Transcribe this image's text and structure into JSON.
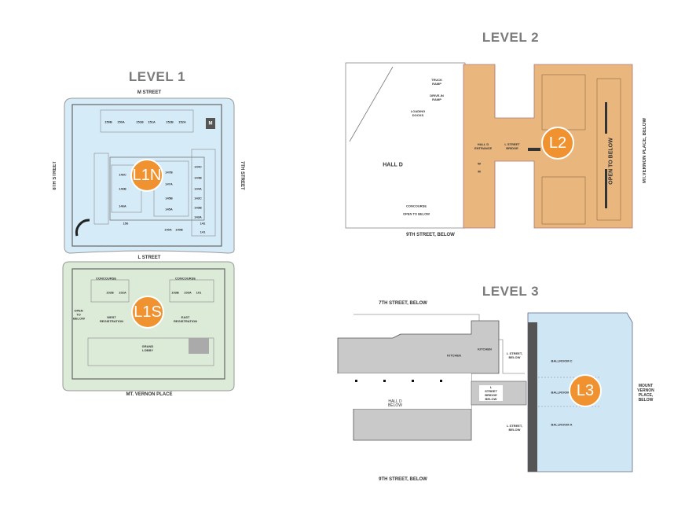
{
  "colors": {
    "level1_north": "#d5ebf7",
    "level1_south": "#dcead8",
    "level2": "#e9b67e",
    "level3": "#cfe6f4",
    "badge": "#f0922f",
    "title": "#7b7b7b"
  },
  "level1": {
    "title": "LEVEL 1",
    "streets": {
      "north": "M STREET",
      "west": "8TH STREET",
      "east": "7TH STREET",
      "middle": "L STREET",
      "south": "MT. VERNON PLACE"
    },
    "north": {
      "badge": "L1N",
      "rooms": [
        "150B",
        "150A",
        "151B",
        "151A",
        "152B",
        "152A",
        "146C",
        "146B",
        "146A",
        "147B",
        "147A",
        "145B",
        "145A",
        "144C",
        "144B",
        "144A",
        "143C",
        "143B",
        "143A",
        "140A",
        "140B",
        "142",
        "141",
        "156"
      ],
      "marks": {
        "mens": "M"
      }
    },
    "south": {
      "badge": "L1S",
      "labels": {
        "concourse": "CONCOURSE",
        "west_reg": "WEST REGISTRATION",
        "east_reg": "EAST REGISTRATION",
        "grand_lobby": "GRAND LOBBY",
        "open": "OPEN TO BELOW"
      },
      "rooms": [
        "102B",
        "102A",
        "103B",
        "103A",
        "101"
      ]
    }
  },
  "level2": {
    "title": "LEVEL 2",
    "badge": "L2",
    "labels": {
      "truck_ramp": "TRUCK RAMP",
      "drive_in": "DRIVE-IN RAMP",
      "loading": "LOADING DOCKS",
      "hall_d": "HALL D",
      "hall_d_entrance": "HALL D ENTRANCE",
      "bridge": "L STREET BRIDGE",
      "concourse": "CONCOURSE",
      "open_left": "OPEN TO BELOW",
      "open_right": "OPEN TO BELOW",
      "south_street": "9TH STREET, BELOW",
      "east_street": "MT.VERNON PLACE, BELOW",
      "women": "W",
      "men": "M"
    }
  },
  "level3": {
    "title": "LEVEL 3",
    "badge": "L3",
    "labels": {
      "north_street": "7TH STREET, BELOW",
      "south_street": "9TH STREET, BELOW",
      "hall_d": "HALL D BELOW",
      "kitchen1": "KITCHEN",
      "kitchen2": "KITCHEN",
      "l_street_n": "L STREET, BELOW",
      "l_street_s": "L STREET, BELOW",
      "bridge": "L STREET BRIDGE BELOW",
      "ballroom_c": "BALLROOM C",
      "ballroom_b": "BALLROOM B",
      "ballroom_a": "BALLROOM A",
      "east_street": "MOUNT VERNON PLACE, BELOW"
    }
  }
}
